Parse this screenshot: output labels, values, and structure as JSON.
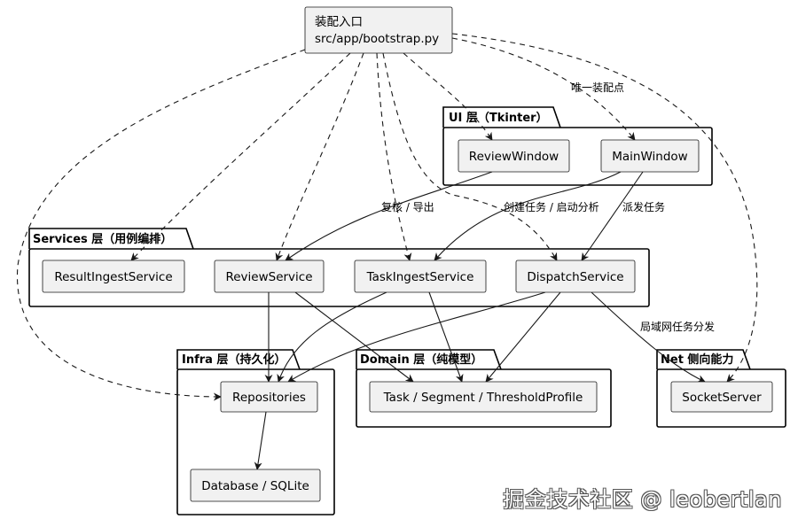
{
  "entry": {
    "line1": "装配入口",
    "line2": "src/app/bootstrap.py"
  },
  "packages": {
    "ui": "UI 层（Tkinter）",
    "services": "Services 层（用例编排）",
    "infra": "Infra 层（持久化）",
    "domain": "Domain 层（纯模型）",
    "net": "Net 侧向能力"
  },
  "nodes": {
    "review_window": "ReviewWindow",
    "main_window": "MainWindow",
    "result_ingest": "ResultIngestService",
    "review_service": "ReviewService",
    "task_ingest": "TaskIngestService",
    "dispatch": "DispatchService",
    "repositories": "Repositories",
    "database": "Database / SQLite",
    "domain_models": "Task / Segment / ThresholdProfile",
    "socket_server": "SocketServer"
  },
  "edge_labels": {
    "only_assembly": "唯一装配点",
    "review_export": "复核 / 导出",
    "create_task": "创建任务 / 启动分析",
    "dispatch_task": "派发任务",
    "lan_dispatch": "局域网任务分发"
  },
  "watermark": "掘金技术社区 @ leobertlan"
}
